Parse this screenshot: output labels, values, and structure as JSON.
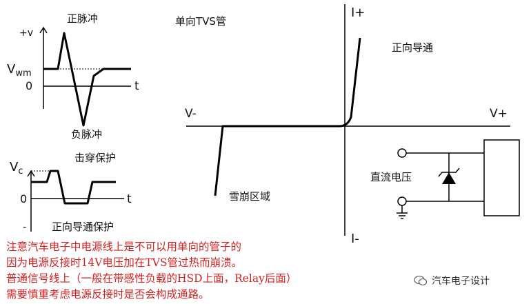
{
  "top_left": {
    "title_pos": "正脉冲",
    "title_neg": "负脉冲",
    "plus_v": "+v",
    "vwm_main": "V",
    "vwm_sub": "wm",
    "zero": "0",
    "t": "t"
  },
  "bottom_left": {
    "title": "击穿保护",
    "vc_main": "V",
    "vc_sub": "c",
    "zero": "0",
    "t": "t",
    "minus": "-",
    "caption": "正向导通保护"
  },
  "iv": {
    "title": "单向TVS管",
    "i_plus": "I+",
    "i_minus": "I-",
    "v_minus": "V-",
    "v_plus": "V+",
    "forward": "正向导通",
    "avalanche": "雪崩区域"
  },
  "circuit": {
    "label": "直流电压"
  },
  "notes": [
    "注意汽车电子中电源线上是不可以用单向的管子的",
    "因为电源反接时14V电压加在TVS管过热而崩溃。",
    "普通信号线上（一般在带感性负载的HSD上面，Relay后面）",
    "需要慎重考虑电源反接时是否会构成通路。"
  ],
  "watermark": "汽车电子设计",
  "colors": {
    "note": "#d32222",
    "diode": "#000000"
  }
}
